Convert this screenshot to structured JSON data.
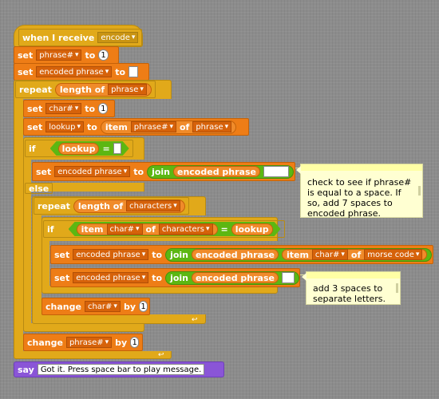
{
  "script": {
    "hat": {
      "label": "when I receive",
      "message": "encode"
    },
    "set_phrase": {
      "label": "set",
      "var": "phrase#",
      "to": "to",
      "value": "1"
    },
    "set_encoded": {
      "label": "set",
      "var": "encoded phrase",
      "to": "to",
      "value": ""
    },
    "repeat_outer": {
      "label": "repeat",
      "reporter_label": "length of",
      "reporter_var": "phrase"
    },
    "set_char": {
      "label": "set",
      "var": "char#",
      "to": "to",
      "value": "1"
    },
    "set_lookup": {
      "label": "set",
      "var": "lookup",
      "to": "to",
      "item_label": "item",
      "item_index": "phrase#",
      "of": "of",
      "list": "phrase"
    },
    "if_space": {
      "label": "if",
      "reporter": "lookup",
      "eq": "=",
      "value": ""
    },
    "set_encoded_space": {
      "label": "set",
      "var": "encoded phrase",
      "to": "to",
      "join": "join",
      "join_a": "encoded phrase",
      "join_b": ""
    },
    "else_label": "else",
    "repeat_inner": {
      "label": "repeat",
      "reporter_label": "length of",
      "reporter_var": "characters"
    },
    "if_match": {
      "label": "if",
      "item_label": "item",
      "item_index": "char#",
      "of": "of",
      "list": "characters",
      "eq": "=",
      "compare": "lookup"
    },
    "set_encoded_morse": {
      "label": "set",
      "var": "encoded phrase",
      "to": "to",
      "join": "join",
      "join_a": "encoded phrase",
      "item_label": "item",
      "item_index": "char#",
      "of": "of",
      "list": "morse code"
    },
    "set_encoded_letters": {
      "label": "set",
      "var": "encoded phrase",
      "to": "to",
      "join": "join",
      "join_a": "encoded phrase",
      "join_b": ""
    },
    "change_char": {
      "label": "change",
      "var": "char#",
      "by": "by",
      "value": "1"
    },
    "change_phrase": {
      "label": "change",
      "var": "phrase#",
      "by": "by",
      "value": "1"
    },
    "say": {
      "label": "say",
      "message": "Got it. Press space bar to play message."
    }
  },
  "comments": [
    {
      "text": "check to see if phrase# is equal to a space. If so, add 7 spaces to encoded phrase."
    },
    {
      "text": "add 3 spaces to separate letters."
    }
  ],
  "colors": {
    "control": "#e1a91a",
    "variables": "#ee7d16",
    "operators": "#5cb712",
    "looks": "#8a55d7",
    "comment": "#ffffd2"
  }
}
